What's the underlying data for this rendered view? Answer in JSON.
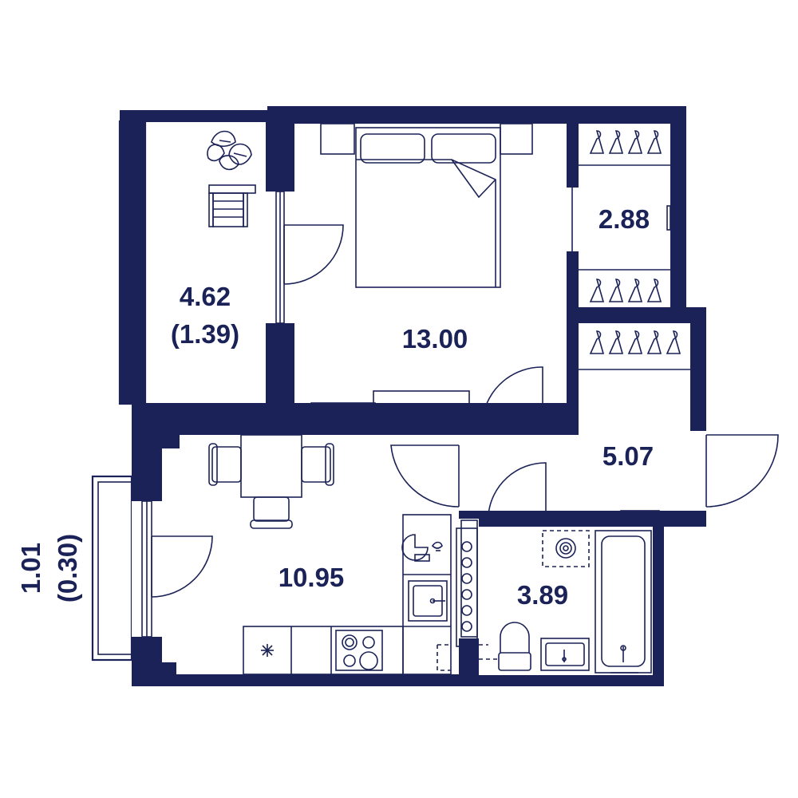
{
  "rooms": {
    "balcony_main": {
      "area": "4.62",
      "area_reduced": "(1.39)"
    },
    "bedroom": {
      "area": "13.00"
    },
    "wardrobe": {
      "area": "2.88"
    },
    "hallway": {
      "area": "5.07"
    },
    "kitchen_living": {
      "area": "10.95"
    },
    "bathroom": {
      "area": "3.89"
    },
    "balcony_small": {
      "area": "1.01",
      "area_reduced": "(0.30)"
    }
  },
  "colors": {
    "ink": "#1b2257",
    "background": "#ffffff"
  },
  "icons": [
    "monstera-plant-icon",
    "lounge-chair-icon",
    "double-bed-icon",
    "bookshelf-icon",
    "tv-stand-icon",
    "clothes-hanger-icon",
    "dining-table-icon",
    "dining-chair-icon",
    "refrigerator-icon",
    "cooktop-icon",
    "kitchen-sink-icon",
    "dishwasher-icon",
    "radiator-icon",
    "washing-machine-icon",
    "toilet-icon",
    "bathroom-sink-icon",
    "bathtub-icon"
  ]
}
